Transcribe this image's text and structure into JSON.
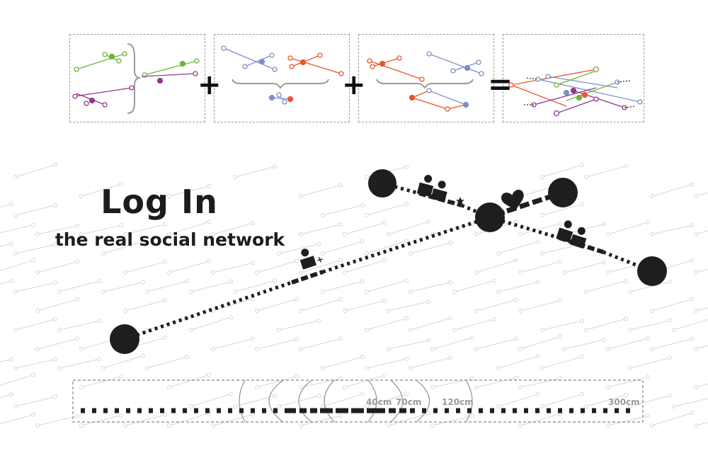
{
  "header": {
    "title": "Log In",
    "subtitle": "the real social network"
  },
  "equation": {
    "plus": "+",
    "equals": "="
  },
  "scale": {
    "labels": [
      "40cm",
      "70cm",
      "120cm",
      "300cm"
    ]
  },
  "colors": {
    "node": "#1e1e1e",
    "green": "#6db33f",
    "purple": "#8e3b8e",
    "blue": "#7f8fc9",
    "orange": "#e8562a",
    "grid": "#d6d6d6",
    "frame": "#9a9a9a"
  },
  "icons": [
    "person-icon",
    "couple-icon",
    "heart-icon",
    "star-icon",
    "plus-icon"
  ]
}
